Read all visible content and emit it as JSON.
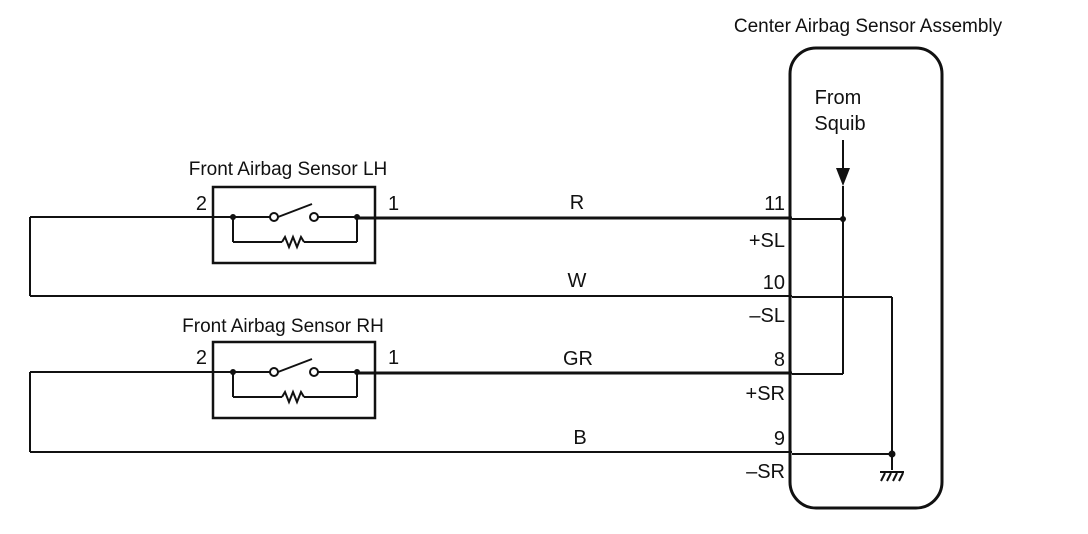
{
  "title": "Center Airbag Sensor Assembly",
  "squib": {
    "line1": "From",
    "line2": "Squib"
  },
  "sensor_lh": {
    "label": "Front Airbag Sensor LH",
    "pin_left": "2",
    "pin_right": "1"
  },
  "sensor_rh": {
    "label": "Front Airbag Sensor RH",
    "pin_left": "2",
    "pin_right": "1"
  },
  "wires": {
    "r": "R",
    "w": "W",
    "gr": "GR",
    "b": "B"
  },
  "terminals": {
    "t11": {
      "num": "11",
      "name": "+SL"
    },
    "t10": {
      "num": "10",
      "name": "–SL"
    },
    "t8": {
      "num": "8",
      "name": "+SR"
    },
    "t9": {
      "num": "9",
      "name": "–SR"
    }
  },
  "colors": {
    "ink": "#111111",
    "background": "#ffffff"
  }
}
